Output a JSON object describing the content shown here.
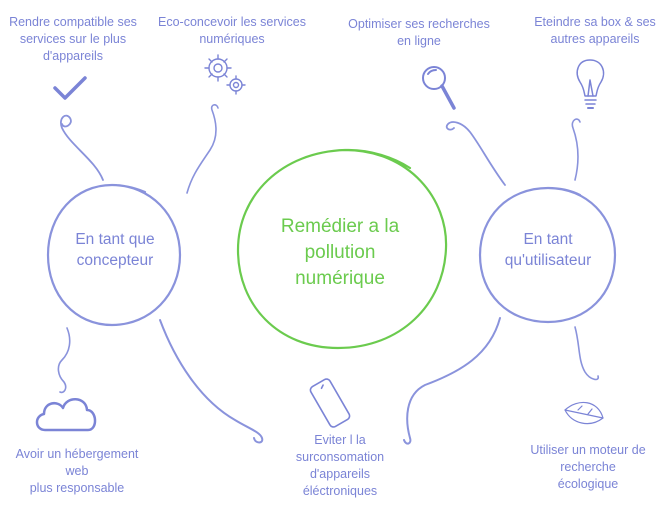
{
  "center": {
    "title": "Remédier a la\npollution\nnumérique"
  },
  "designer": {
    "title": "En tant que\nconcepteur"
  },
  "user": {
    "title": "En tant\nqu'utilisateur"
  },
  "labels": {
    "compatible": "Rendre compatible ses\nservices sur le plus\nd'appareils",
    "ecodesign": "Eco-concevoir les services\nnumériques",
    "hosting": "Avoir un hébergement\nweb\nplus responsable",
    "search": "Optimiser ses recherches\nen ligne",
    "box": "Eteindre sa box & ses\nautres appareils",
    "devices": "Eviter l la\nsurconsomation\nd'appareils\néléctroniques",
    "engine": "Utiliser un moteur de\nrecherche\nécologique"
  },
  "icons": {
    "compatible": "checkmark-icon",
    "ecodesign": "gears-icon",
    "hosting": "cloud-icon",
    "search": "magnifier-icon",
    "box": "lightbulb-icon",
    "devices": "smartphone-icon",
    "engine": "leaf-icon"
  },
  "colors": {
    "accent": "#7b84d6",
    "green": "#6bcb4e"
  }
}
